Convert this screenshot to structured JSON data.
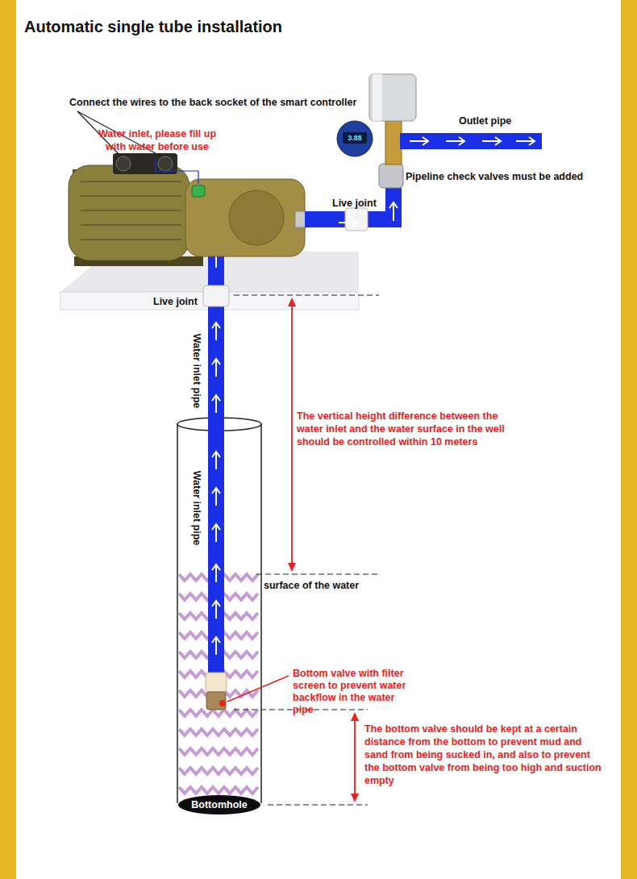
{
  "diagram": {
    "title": "Automatic single tube installation",
    "nodes": [
      {
        "text": [
          "Bottomhole"
        ]
      }
    ],
    "labels": [
      "Connect the wires to the back socket of the smart controller",
      "Water inlet, please fill up with water before use",
      "3.88",
      "Outlet pipe",
      "Pipeline check valves must be added",
      "Live joint",
      "Live joint",
      "Water inlet pipe",
      "The vertical height difference between the water inlet and the water surface in the well should be controlled within 10 meters",
      "Water inlet pipe",
      "surface of the water",
      "Bottom valve with filter screen to prevent water backflow in the water pipe",
      "The bottom valve should be kept at a certain distance from the bottom to prevent mud and sand from being sucked in, and also to prevent the bottom valve from being too high and suction empty"
    ]
  }
}
